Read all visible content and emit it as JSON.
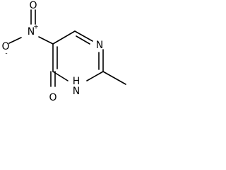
{
  "molecule": {
    "atoms": {
      "nitro_o_minus": "O",
      "nitro_o_minus_charge": "-",
      "nitro_n": "N",
      "nitro_n_charge": "+",
      "nitro_o_double": "O",
      "ring_n1": "N",
      "ring_n3": "N",
      "ring_n3_h": "H",
      "carbonyl_o": "O"
    }
  }
}
